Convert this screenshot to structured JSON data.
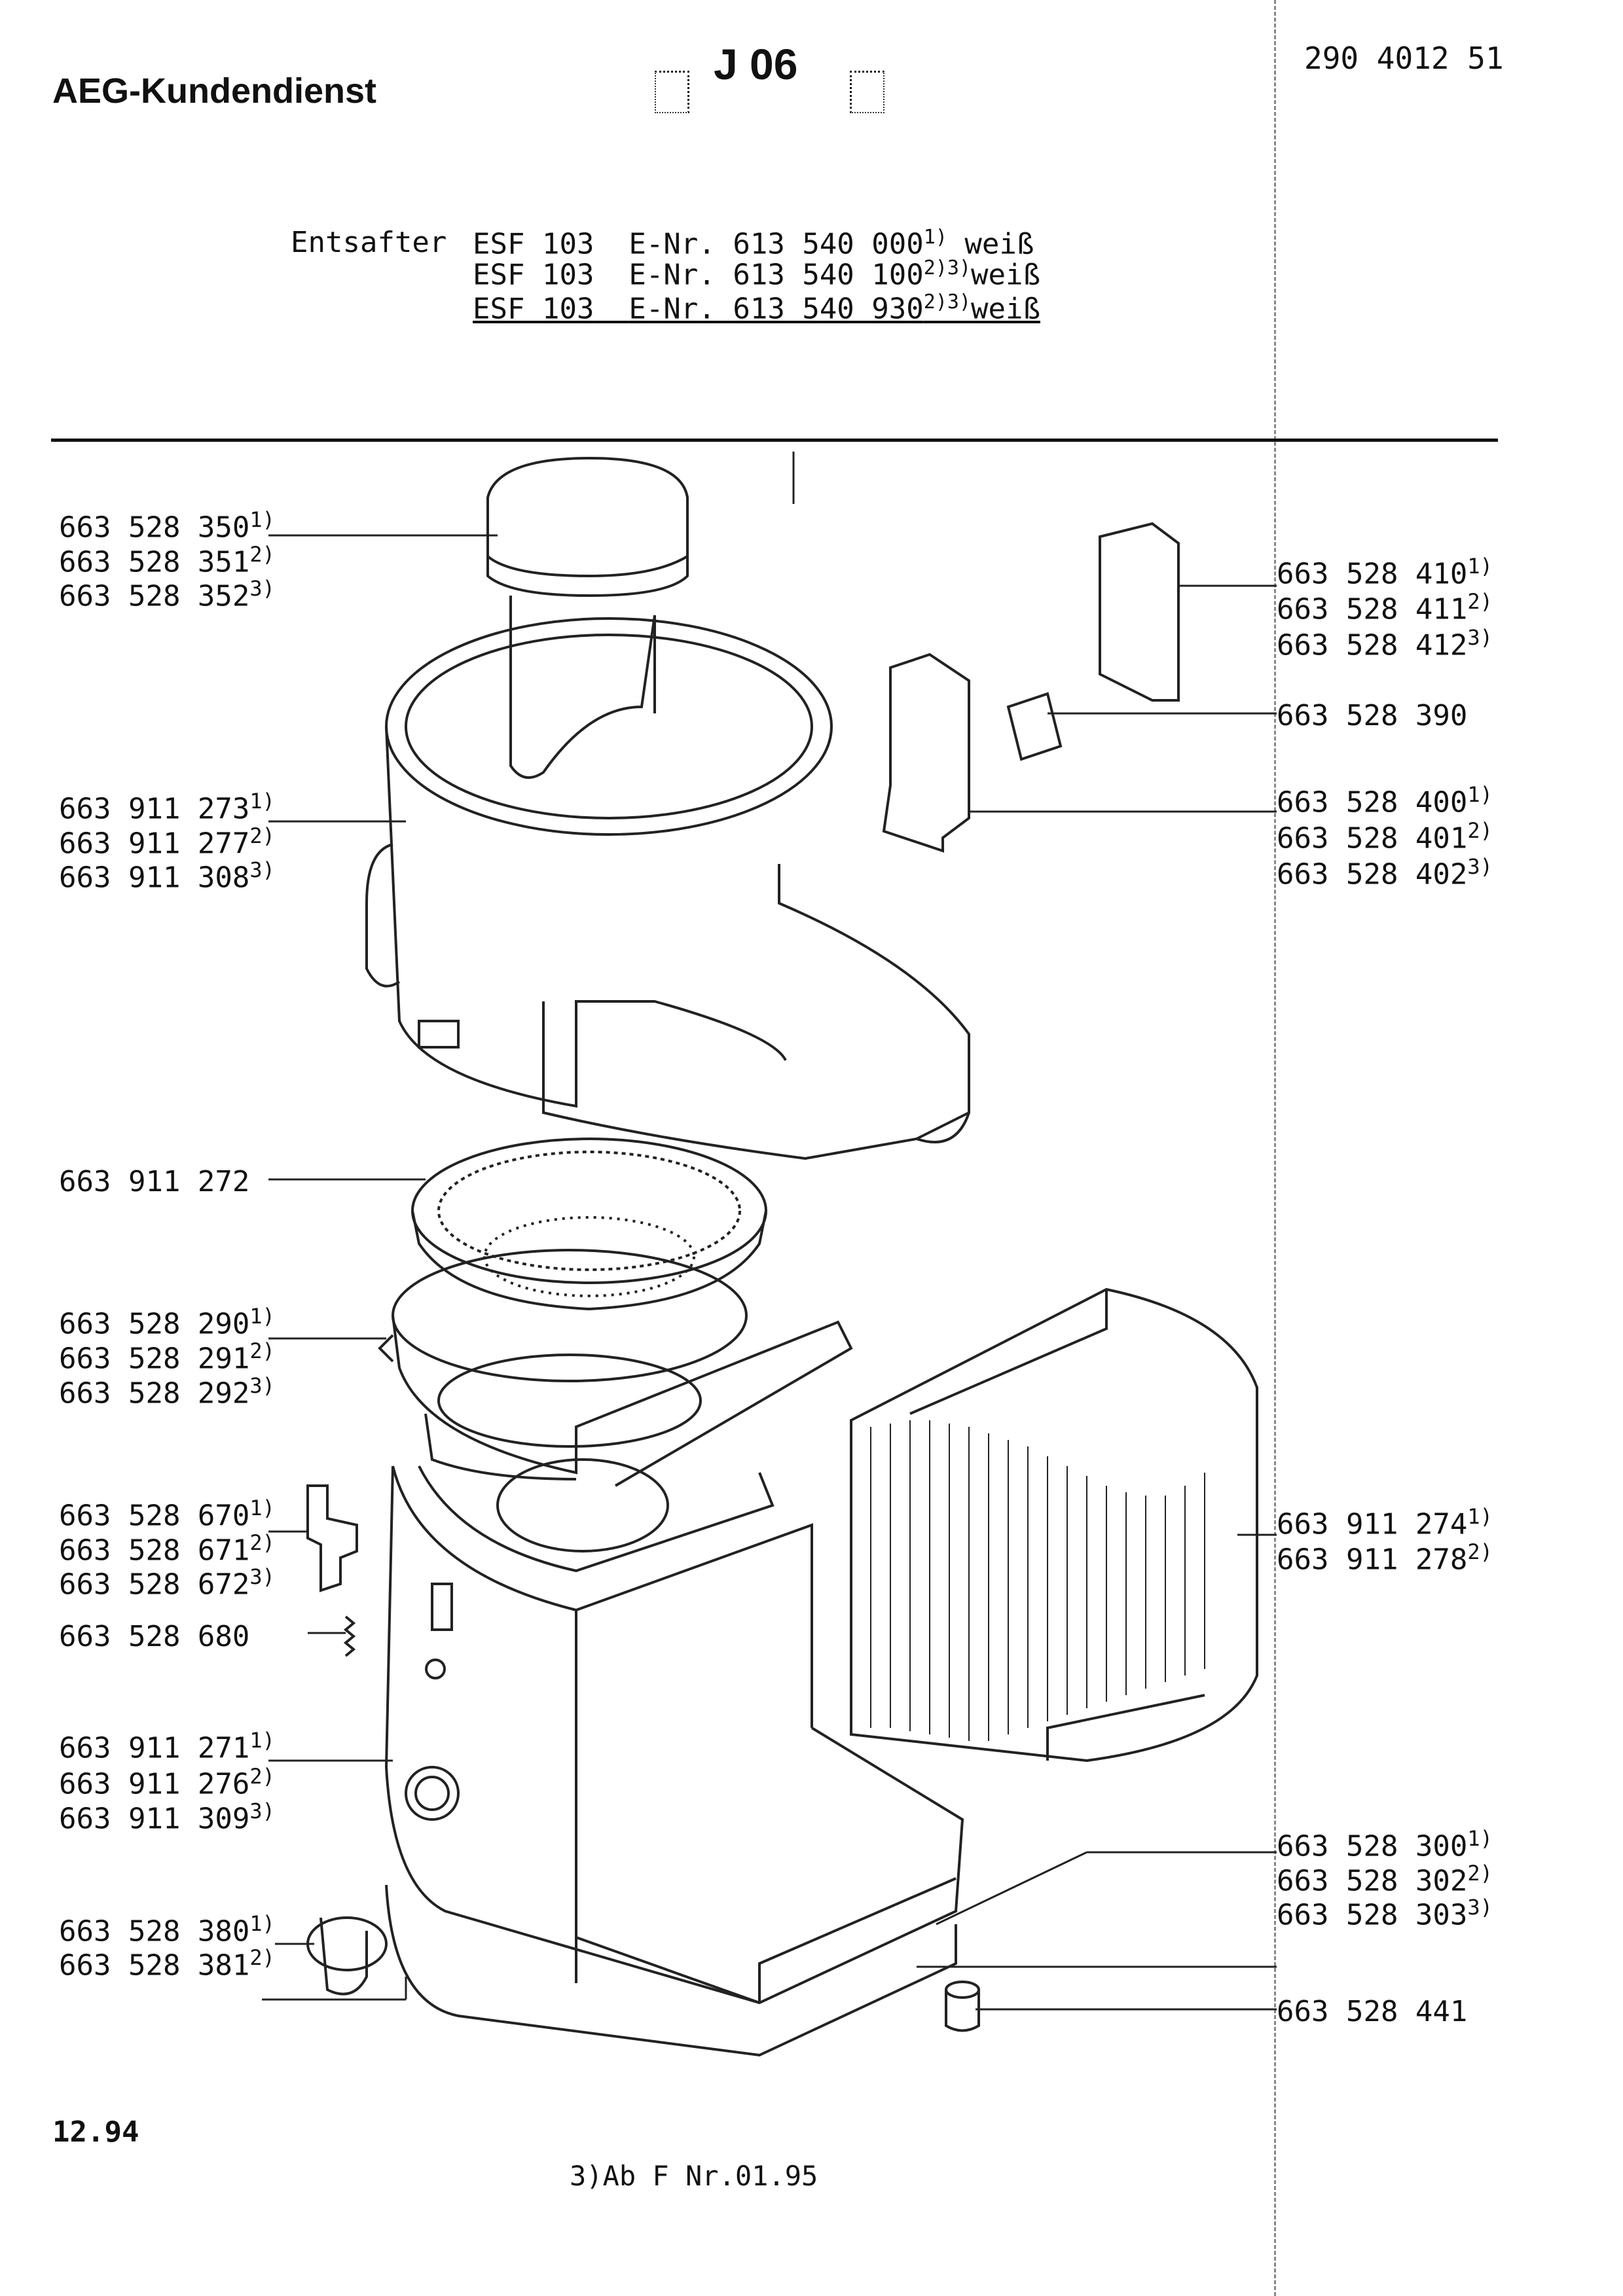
{
  "header": {
    "brand": "AEG-Kundendienst",
    "sheet_code": "J 06",
    "doc_number": "290 4012 51"
  },
  "product": {
    "category": "Entsafter",
    "lines": [
      {
        "model": "ESF 103",
        "enr": "E-Nr. 613 540 000",
        "note": "1)",
        "color": "weiß"
      },
      {
        "model": "ESF 103",
        "enr": "E-Nr. 613 540 100",
        "note": "2)3)",
        "color": "weiß"
      },
      {
        "model": "ESF 103",
        "enr": "E-Nr. 613 540 930",
        "note": "2)3)",
        "color": "weiß"
      }
    ]
  },
  "parts": {
    "pusher": [
      "663 528 350",
      "663 528 351",
      "663 528 352"
    ],
    "pusher_notes": [
      "1)",
      "2)",
      "3)"
    ],
    "lid": [
      "663 911 273",
      "663 911 277",
      "663 911 308"
    ],
    "lid_notes": [
      "1)",
      "2)",
      "3)"
    ],
    "sieve": [
      "663 911 272"
    ],
    "bowl": [
      "663 528 290",
      "663 528 291",
      "663 528 292"
    ],
    "bowl_notes": [
      "1)",
      "2)",
      "3)"
    ],
    "latch": [
      "663 528 670",
      "663 528 671",
      "663 528 672"
    ],
    "latch_notes": [
      "1)",
      "2)",
      "3)"
    ],
    "spring": [
      "663 528 680"
    ],
    "housing": [
      "663 911 271",
      "663 911 276",
      "663 911 309"
    ],
    "housing_notes": [
      "1)",
      "2)",
      "3)"
    ],
    "knob": [
      "663 528 380",
      "663 528 381"
    ],
    "knob_notes": [
      "1)",
      "2)"
    ],
    "rear_cover": [
      "663 528 410",
      "663 528 411",
      "663 528 412"
    ],
    "rear_cover_notes": [
      "1)",
      "2)",
      "3)"
    ],
    "clip": [
      "663 528 390"
    ],
    "side_cover": [
      "663 528 400",
      "663 528 401",
      "663 528 402"
    ],
    "side_cover_notes": [
      "1)",
      "2)",
      "3)"
    ],
    "pulp_container": [
      "663 911 274",
      "663 911 278"
    ],
    "pulp_container_notes": [
      "1)",
      "2)"
    ],
    "base_plate": [
      "663 528 300",
      "663 528 302",
      "663 528 303"
    ],
    "base_plate_notes": [
      "1)",
      "2)",
      "3)"
    ],
    "foot": [
      "663 528 441"
    ]
  },
  "footer": {
    "date": "12.94",
    "footnote": "3)Ab F Nr.01.95"
  }
}
